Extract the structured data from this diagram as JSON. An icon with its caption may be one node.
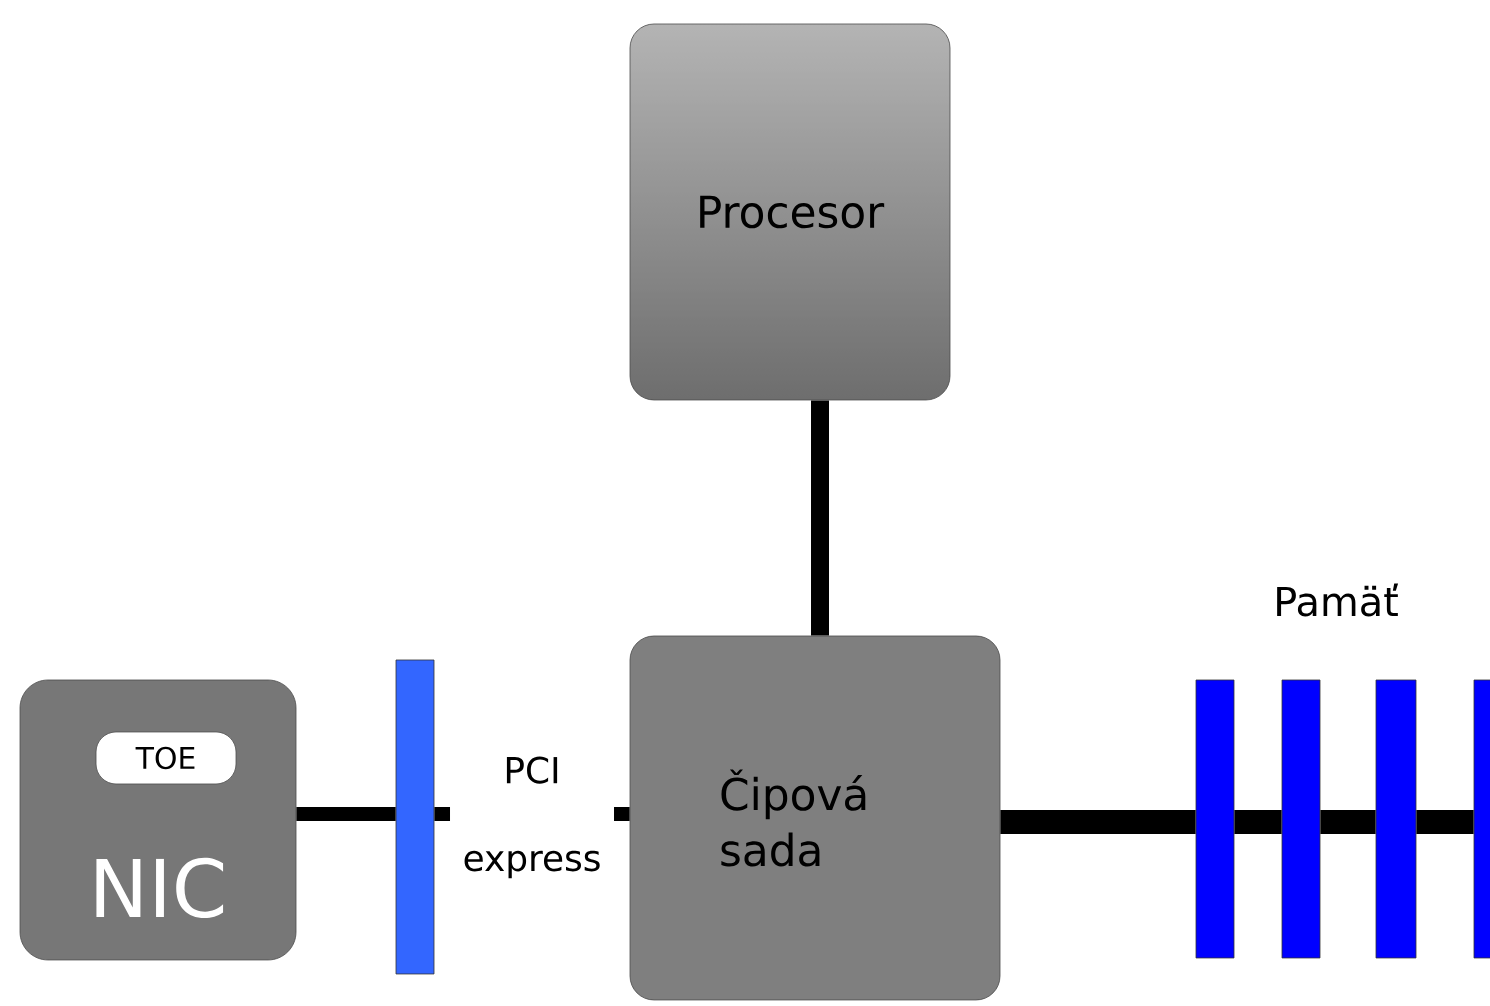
{
  "diagram": {
    "nodes": [
      {
        "text": [
          "Procesor"
        ]
      },
      {
        "text": [
          "Čipová sada"
        ]
      },
      {
        "text": [
          "NIC"
        ]
      },
      {
        "text": [
          "TOE"
        ],
        "in": 2
      },
      {
        "text": [],
        "shape": "bar"
      },
      {
        "text": [],
        "shape": "bar"
      },
      {
        "text": [],
        "shape": "bar"
      },
      {
        "text": [],
        "shape": "bar"
      },
      {
        "text": [],
        "shape": "bar"
      }
    ],
    "edges": [
      {
        "from": 2,
        "to": 4,
        "arrow": "none"
      },
      {
        "from": 4,
        "to": 1,
        "arrow": "none",
        "label": "PCI express"
      },
      {
        "from": 0,
        "to": 1,
        "arrow": "none"
      },
      {
        "from": 1,
        "to": 5,
        "arrow": "none"
      },
      {
        "from": 5,
        "to": 6,
        "arrow": "none"
      },
      {
        "from": 6,
        "to": 7,
        "arrow": "none"
      },
      {
        "from": 7,
        "to": 8,
        "arrow": "none"
      }
    ],
    "labels": [
      "Pamäť"
    ]
  }
}
